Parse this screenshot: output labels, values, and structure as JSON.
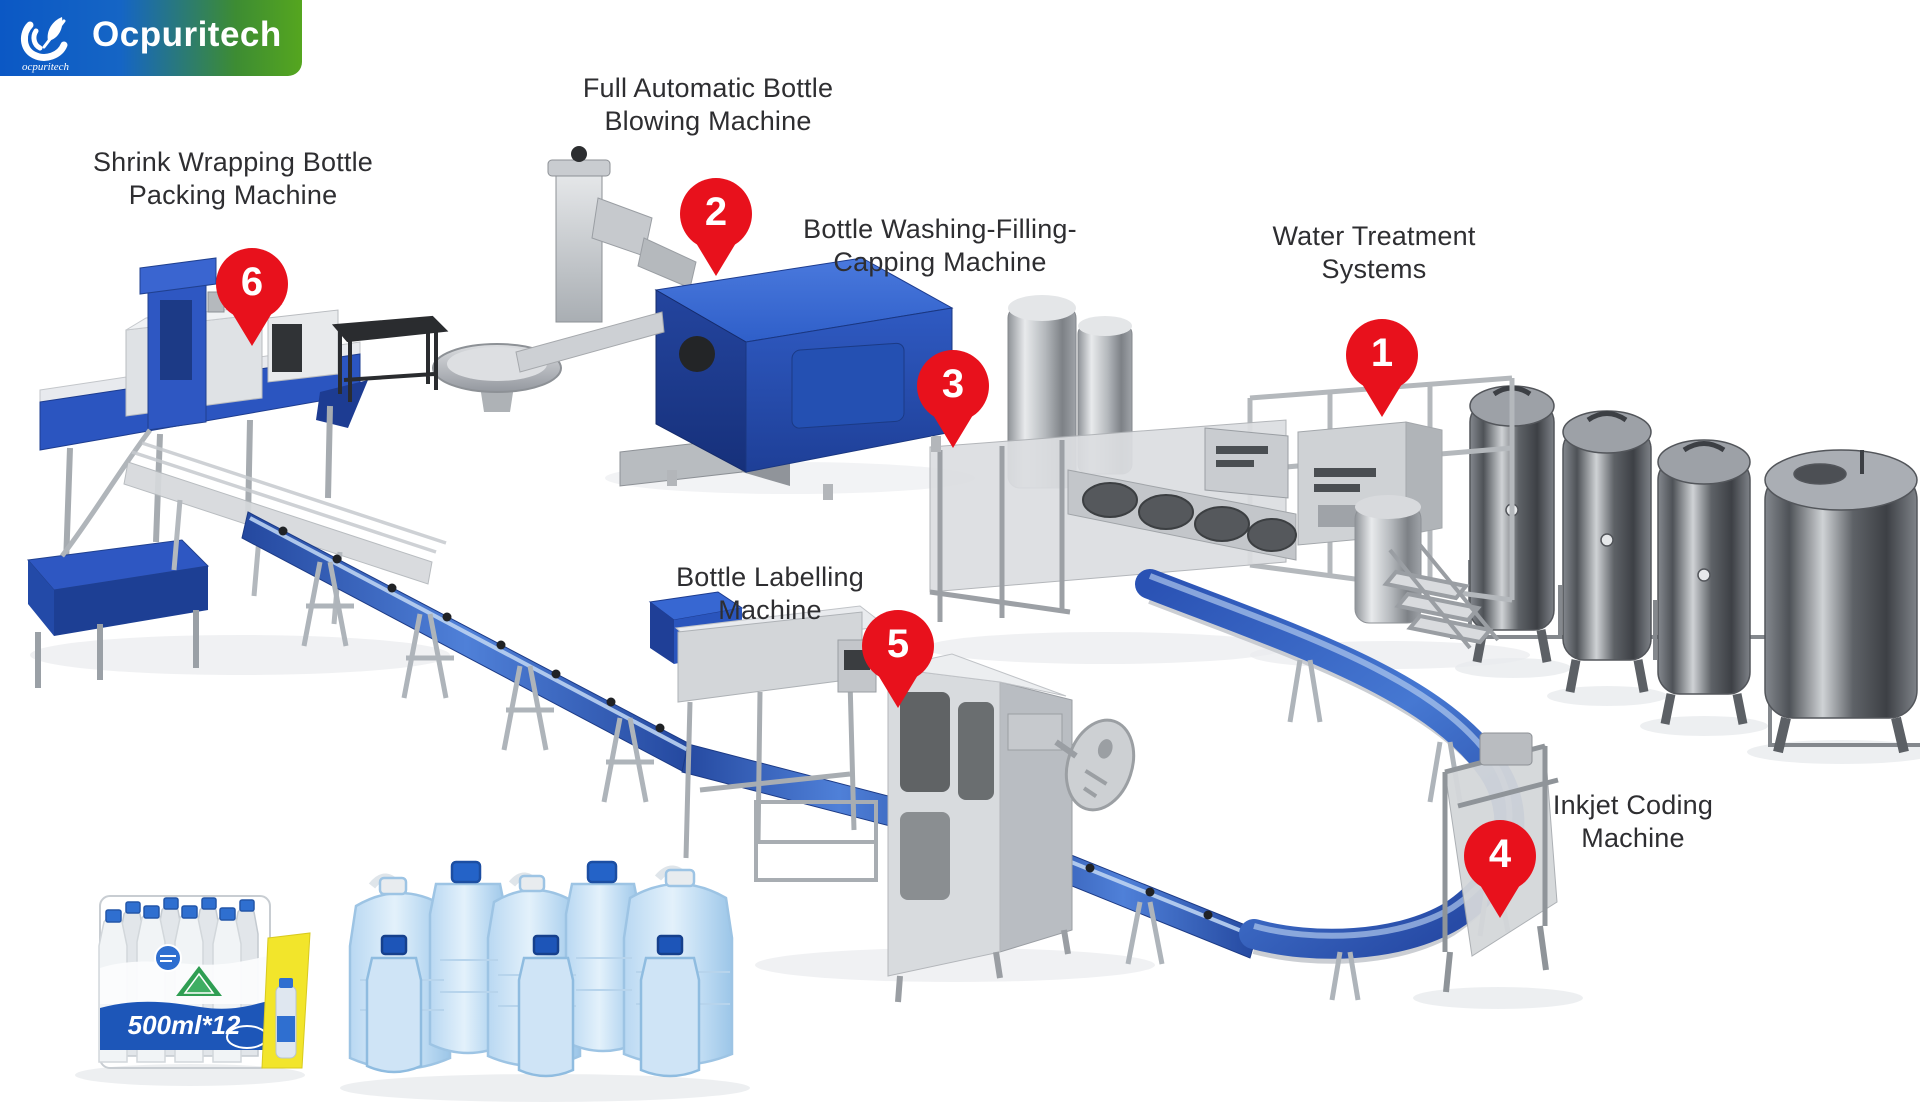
{
  "brand": {
    "name": "Ocpuritech",
    "subtext": "ocpuritech"
  },
  "colors": {
    "marker_red": "#e8111c",
    "banner_blue": "#0b58c5",
    "banner_green": "#55a61f",
    "machine_blue": "#2b55c0",
    "conveyor_blue": "#2f5fc0",
    "label_text": "#2e2e31",
    "pack_band_blue": "#1d56b8",
    "pack_panel_yellow": "#f2e52b",
    "bottle_cap_blue": "#2463c8",
    "steel_gray": "#b5b8bd"
  },
  "stations": {
    "water": {
      "number": "1",
      "line1": "Water Treatment",
      "line2": "Systems"
    },
    "blowing": {
      "number": "2",
      "line1": "Full Automatic Bottle",
      "line2": "Blowing Machine"
    },
    "washing": {
      "number": "3",
      "line1": "Bottle Washing-Filling-",
      "line2": "Capping Machine"
    },
    "coding": {
      "number": "4",
      "line1": "Inkjet Coding",
      "line2": "Machine"
    },
    "labelling": {
      "number": "5",
      "line1": "Bottle Labelling",
      "line2": "Machine"
    },
    "wrapping": {
      "number": "6",
      "line1": "Shrink Wrapping Bottle",
      "line2": "Packing Machine"
    }
  },
  "pack": {
    "size_text": "500ml*12"
  }
}
